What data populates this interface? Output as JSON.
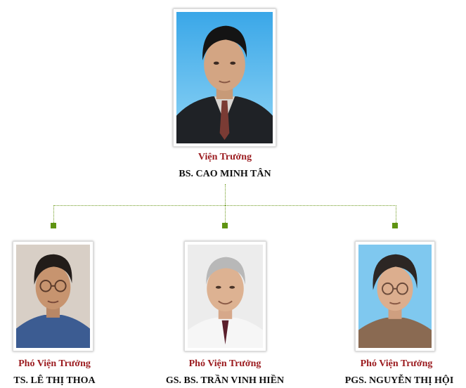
{
  "colors": {
    "role_text": "#9b1b1f",
    "name_text": "#111111",
    "connector": "#6d9a1e",
    "node": "#5f9412",
    "photo_bg_blue": "#7fc8ef"
  },
  "director": {
    "role": "Viện Trưởng",
    "name": "BS. CAO MINH TÂN",
    "photo_icon": "portrait-photo"
  },
  "deputies": [
    {
      "role": "Phó Viện Trưởng",
      "name": "TS. LÊ THỊ THOA",
      "photo_icon": "portrait-photo"
    },
    {
      "role": "Phó Viện Trưởng",
      "name": "GS. BS. TRẦN VINH HIỀN",
      "photo_icon": "portrait-photo"
    },
    {
      "role": "Phó Viện Trưởng",
      "name": "PGS. NGUYỄN THỊ HỘI",
      "photo_icon": "portrait-photo"
    }
  ]
}
